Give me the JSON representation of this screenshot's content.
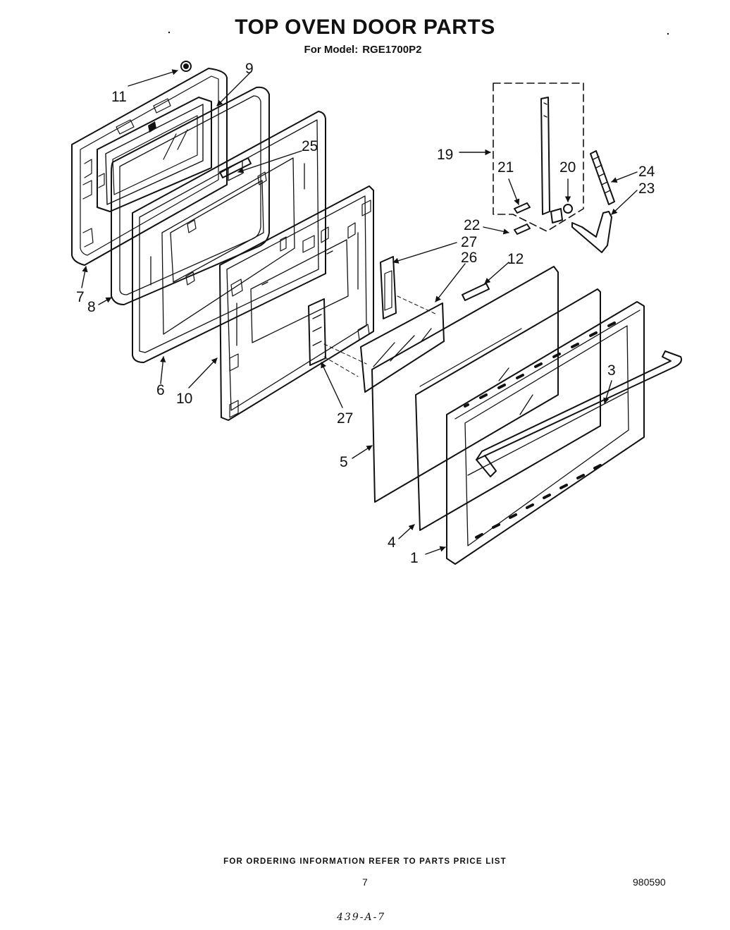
{
  "header": {
    "title": "TOP OVEN DOOR PARTS",
    "model_label": "For Model:",
    "model_number": "RGE1700P2"
  },
  "callouts": {
    "c1": "1",
    "c3": "3",
    "c4": "4",
    "c5": "5",
    "c6": "6",
    "c7": "7",
    "c8": "8",
    "c9": "9",
    "c10": "10",
    "c11": "11",
    "c12": "12",
    "c19": "19",
    "c20": "20",
    "c21": "21",
    "c22": "22",
    "c23": "23",
    "c24": "24",
    "c25": "25",
    "c26": "26",
    "c27a": "27",
    "c27b": "27"
  },
  "footer": {
    "note": "FOR ORDERING INFORMATION REFER TO PARTS PRICE LIST",
    "page_number": "7",
    "diagram_number": "980590",
    "handwritten": "439-A-7"
  }
}
